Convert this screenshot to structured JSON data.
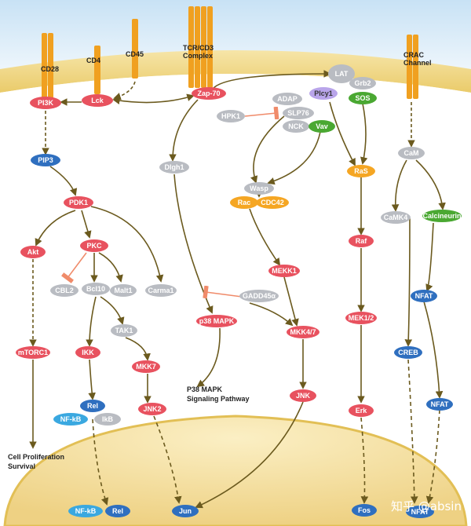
{
  "colors": {
    "red": "#e8525f",
    "blue": "#2f6fbf",
    "grey": "#b9bcc2",
    "orange": "#f5a623",
    "green": "#4aa832",
    "purple": "#b9a5ea",
    "receptor": "#f0a020",
    "arrow": "#6b5a1e",
    "inhibit": "#f08b6a",
    "membrane": "#f3dc8d",
    "nucleus": "#f6e6aa",
    "sky": "#d8ebf8"
  },
  "receptors": {
    "cd28": "CD28",
    "cd4": "CD4",
    "cd45": "CD45",
    "tcr_line1": "TCR/CD3",
    "tcr_line2": "Complex",
    "crac_line1": "CRAC",
    "crac_line2": "Channel"
  },
  "nodes": {
    "pi3k": "PI3K",
    "lck": "Lck",
    "zap70": "Zap-70",
    "lat": "LAT",
    "grb2": "Grb2",
    "adap": "ADAP",
    "plcy1": "Plcy1",
    "sos": "SOS",
    "slp76": "SLP76",
    "hpk1": "HPK1",
    "nck": "NCK",
    "vav": "Vav",
    "pip3": "PIP3",
    "dlgh1": "Dlgh1",
    "ras": "RaS",
    "cam": "CaM",
    "wasp": "Wasp",
    "rac": "Rac",
    "cdc42": "CDC42",
    "pdk1": "PDK1",
    "camk4": "CaMK4",
    "calcineurin": "Calcineurin",
    "akt": "Akt",
    "pkc": "PKC",
    "raf": "Raf",
    "mekk1": "MEKK1",
    "cbl2": "CBL2",
    "bcl10": "Bcl10",
    "malt1": "Malt1",
    "carma1": "Carma1",
    "gadd45a": "GADD45α",
    "nfat1": "NFAT",
    "p38mapk": "p38 MAPK",
    "mek12": "MEK1/2",
    "tak1": "TAK1",
    "mkk47": "MKK4/7",
    "mtorc1": "mTORC1",
    "ikk": "IKK",
    "creb": "CREB",
    "mkk7": "MKK7",
    "rel1": "Rel",
    "nfkb1": "NF-kB",
    "ikb": "IkB",
    "jnk2": "JNK2",
    "jnk": "JNK",
    "erk": "Erk",
    "nfat2": "NFAT",
    "nfkb2": "NF-kB",
    "rel2": "Rel",
    "jun": "Jun",
    "fos": "Fos",
    "nfat3": "NFAT"
  },
  "texts": {
    "p38_line1": "P38 MAPK",
    "p38_line2": "Signaling Pathway",
    "cell_line1": "Cell Proliferation",
    "cell_line2": "Survival",
    "watermark": "知乎 @absin"
  }
}
